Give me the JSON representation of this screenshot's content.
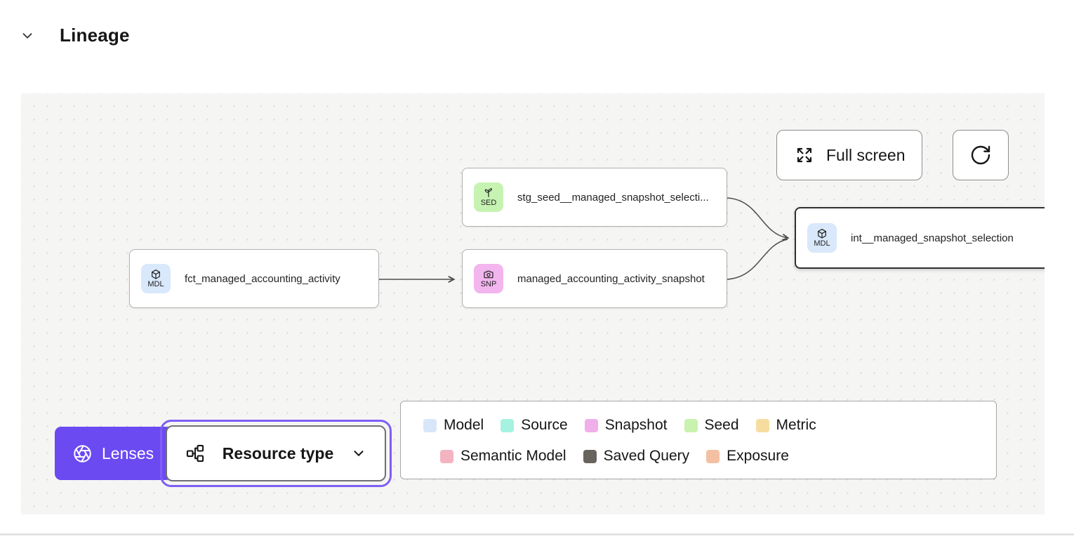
{
  "header": {
    "title": "Lineage"
  },
  "toolbar": {
    "full_screen_label": "Full screen",
    "refresh_tooltip": "refresh"
  },
  "graph": {
    "nodes": [
      {
        "id": "stg_seed",
        "badge": "SED",
        "type": "seed",
        "icon": "seedling-icon",
        "badge_color": "#c7f3b2",
        "label": "stg_seed__managed_snapshot_selecti...",
        "selected": false
      },
      {
        "id": "fct",
        "badge": "MDL",
        "type": "model",
        "icon": "cube-icon",
        "badge_color": "#d9e8fb",
        "label": "fct_managed_accounting_activity",
        "selected": false
      },
      {
        "id": "snapshot",
        "badge": "SNP",
        "type": "snapshot",
        "icon": "camera-icon",
        "badge_color": "#f2b5ee",
        "label": "managed_accounting_activity_snapshot",
        "selected": false
      },
      {
        "id": "int",
        "badge": "MDL",
        "type": "model",
        "icon": "cube-icon",
        "badge_color": "#d9e8fb",
        "label": "int__managed_snapshot_selection",
        "selected": true
      }
    ],
    "edges": [
      {
        "from": "fct_managed_accounting_activity",
        "to": "managed_accounting_activity_snapshot"
      },
      {
        "from": "stg_seed__managed_snapshot_selecti...",
        "to": "int__managed_snapshot_selection"
      },
      {
        "from": "managed_accounting_activity_snapshot",
        "to": "int__managed_snapshot_selection"
      }
    ]
  },
  "lenses": {
    "label": "Lenses",
    "color": "#6b4af2"
  },
  "resource_type": {
    "label": "Resource type",
    "focus_ring_color": "#7e5ef5"
  },
  "legend": {
    "items": [
      {
        "label": "Model",
        "color": "#d8e6fa"
      },
      {
        "label": "Source",
        "color": "#a5f2e0"
      },
      {
        "label": "Snapshot",
        "color": "#f0aeea"
      },
      {
        "label": "Seed",
        "color": "#c8f2ae"
      },
      {
        "label": "Metric",
        "color": "#f6dd9f"
      },
      {
        "label": "Semantic Model",
        "color": "#f3b3c0"
      },
      {
        "label": "Saved Query",
        "color": "#69635e"
      },
      {
        "label": "Exposure",
        "color": "#f3c0a3"
      }
    ]
  },
  "colors": {
    "canvas_bg": "#f5f5f4",
    "node_border": "#b2b1af",
    "selected_node_border": "#313131",
    "edge": "#4e4e4e"
  }
}
